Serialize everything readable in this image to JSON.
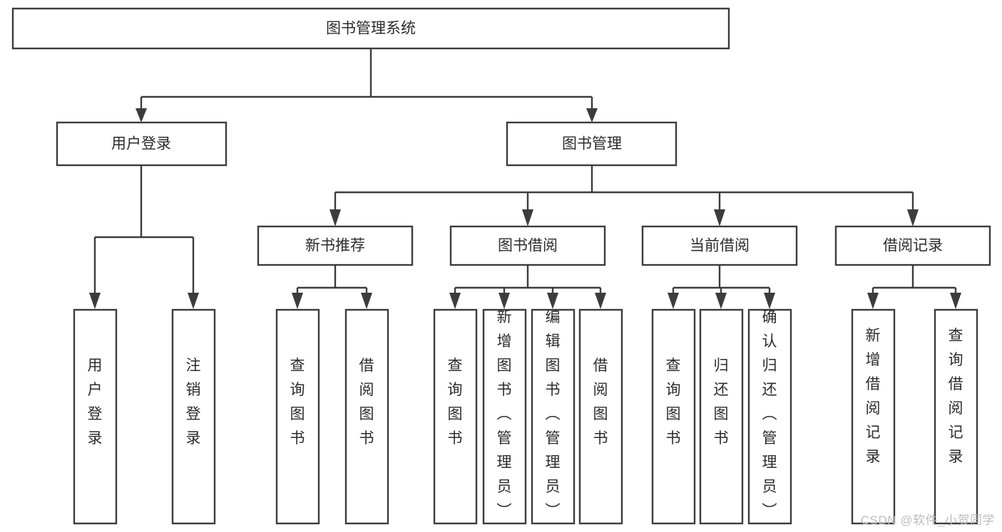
{
  "diagram": {
    "title": "图书管理系统",
    "type": "tree-hierarchy-chart",
    "orientation": "top-down",
    "colors": {
      "box_fill": "#ffffff",
      "box_stroke": "#3c3c3c",
      "connector": "#3c3c3c",
      "label_text": "#2b2b2b",
      "watermark_text": "#bdbdbd",
      "background": "#ffffff"
    },
    "root": {
      "label": "图书管理系统",
      "orientation": "horizontal"
    },
    "level2": [
      {
        "label": "用户登录",
        "orientation": "horizontal"
      },
      {
        "label": "图书管理",
        "orientation": "horizontal"
      }
    ],
    "level3": [
      {
        "label": "新书推荐",
        "orientation": "horizontal",
        "parent": "图书管理"
      },
      {
        "label": "图书借阅",
        "orientation": "horizontal",
        "parent": "图书管理"
      },
      {
        "label": "当前借阅",
        "orientation": "horizontal",
        "parent": "图书管理"
      },
      {
        "label": "借阅记录",
        "orientation": "horizontal",
        "parent": "图书管理"
      }
    ],
    "leaves": {
      "用户登录": [
        {
          "label": "用户登录",
          "orientation": "vertical"
        },
        {
          "label": "注销登录",
          "orientation": "vertical"
        }
      ],
      "新书推荐": [
        {
          "label": "查询图书",
          "orientation": "vertical"
        },
        {
          "label": "借阅图书",
          "orientation": "vertical"
        }
      ],
      "图书借阅": [
        {
          "label": "查询图书",
          "orientation": "vertical"
        },
        {
          "label": "新增图书（管理员）",
          "orientation": "vertical"
        },
        {
          "label": "编辑图书（管理员）",
          "orientation": "vertical"
        },
        {
          "label": "借阅图书",
          "orientation": "vertical"
        }
      ],
      "当前借阅": [
        {
          "label": "查询图书",
          "orientation": "vertical"
        },
        {
          "label": "归还图书",
          "orientation": "vertical"
        },
        {
          "label": "确认归还（管理员）",
          "orientation": "vertical"
        }
      ],
      "借阅记录": [
        {
          "label": "新增借阅记录",
          "orientation": "vertical"
        },
        {
          "label": "查询借阅记录",
          "orientation": "vertical"
        }
      ]
    },
    "watermark": "CSDN @软件_小贺同学"
  }
}
